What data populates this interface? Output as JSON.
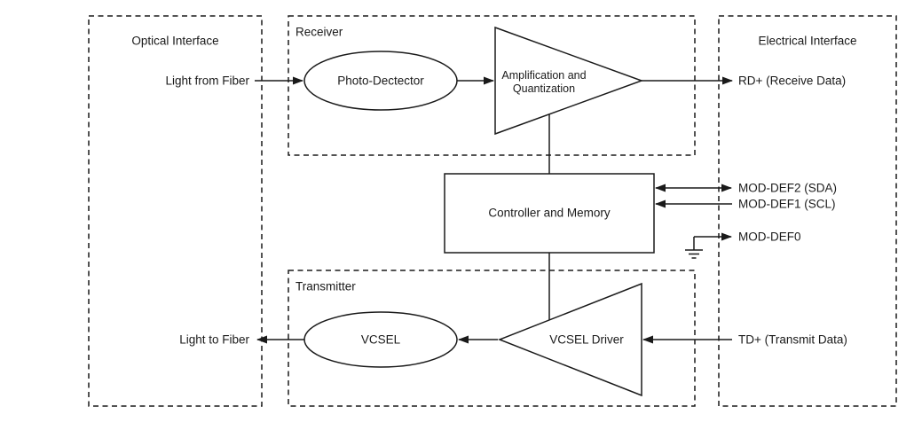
{
  "colors": {
    "ink": "#1a1a1a",
    "background": "#ffffff"
  },
  "diagram": {
    "optical_interface": {
      "title": "Optical Interface",
      "light_from_fiber_label": "Light from Fiber",
      "light_to_fiber_label": "Light to Fiber"
    },
    "receiver": {
      "title": "Receiver",
      "photo_detector_label": "Photo-Dectector",
      "amplifier_label_line1": "Amplification and",
      "amplifier_label_line2": "Quantization"
    },
    "controller": {
      "label": "Controller and Memory"
    },
    "transmitter": {
      "title": "Transmitter",
      "vcsel_label": "VCSEL",
      "vcsel_driver_label": "VCSEL Driver"
    },
    "electrical_interface": {
      "title": "Electrical Interface",
      "rd_label": "RD+ (Receive Data)",
      "mod_def2_label": "MOD-DEF2 (SDA)",
      "mod_def1_label": "MOD-DEF1 (SCL)",
      "mod_def0_label": "MOD-DEF0",
      "td_label": "TD+ (Transmit Data)"
    }
  }
}
